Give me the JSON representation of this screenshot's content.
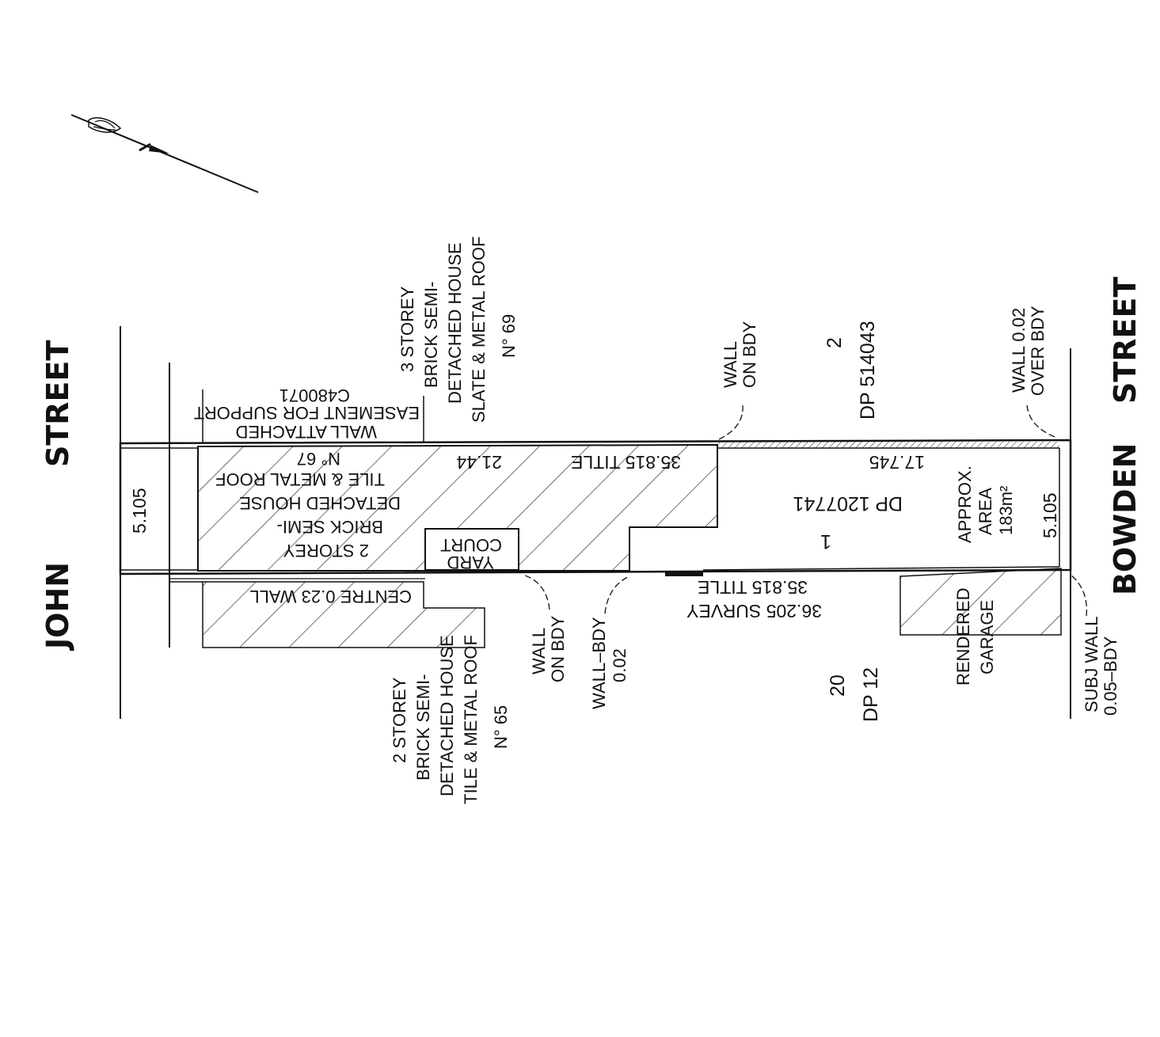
{
  "streets": {
    "left_street_line1": "JOHN",
    "left_street_line2": "STREET",
    "right_street_line1": "BOWDEN",
    "right_street_line2": "STREET"
  },
  "lots": {
    "subject_lot_number": "1",
    "subject_dp": "DP 1207741",
    "area_line1": "APPROX.",
    "area_line2": "AREA",
    "area_line3": "183m²",
    "north_lot_number": "2",
    "north_dp": "DP 514043",
    "south_lot_number": "20",
    "south_dp": "DP 12"
  },
  "dimensions": {
    "frontage_john": "5.105",
    "frontage_bowden": "5.105",
    "house_depth": "21.44",
    "north_title": "35.815 TITLE",
    "rear_yard": "17.745",
    "south_title": "35.815 TITLE",
    "south_survey": "36.205 SURVEY"
  },
  "buildings": {
    "subject_house": [
      "2 STOREY",
      "BRICK SEMI-",
      "DETACHED HOUSE",
      "TILE & METAL ROOF",
      "N° 67"
    ],
    "north_house": [
      "3 STOREY",
      "BRICK SEMI-",
      "DETACHED HOUSE",
      "SLATE & METAL ROOF",
      "N° 69"
    ],
    "south_house": [
      "2 STOREY",
      "BRICK SEMI-",
      "DETACHED HOUSE",
      "TILE & METAL ROOF",
      "N° 65"
    ],
    "court_yard": [
      "COURT",
      "YARD"
    ],
    "garage": [
      "RENDERED",
      "GARAGE"
    ]
  },
  "notes": {
    "easement": [
      "WALL ATTACHED",
      "EASEMENT FOR SUPPORT",
      "C480071"
    ],
    "centre_wall": "CENTRE 0.23 WALL",
    "wall_on_bdy_north": [
      "WALL",
      "ON BDY"
    ],
    "wall_over_bdy": [
      "WALL 0.02",
      "OVER BDY"
    ],
    "wall_on_bdy_south": [
      "WALL",
      "ON BDY"
    ],
    "wall_bdy_south": [
      "WALL–BDY",
      "0.02"
    ],
    "subj_wall": [
      "SUBJ WALL",
      "0.05–BDY"
    ]
  }
}
